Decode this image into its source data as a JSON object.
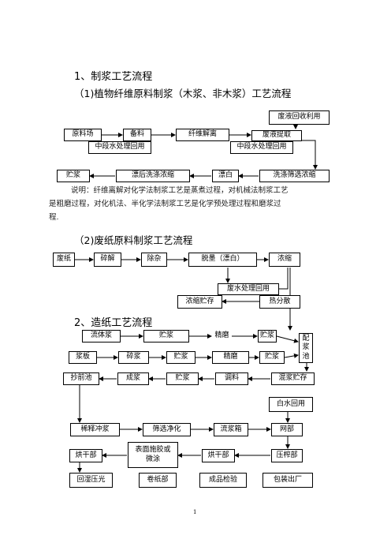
{
  "headings": {
    "h1": "1、制浆工艺流程",
    "h1a": "（1)植物纤维原料制浆（木浆、非木浆）工艺流程",
    "h1b": "（2)废纸原料制浆工艺流程",
    "h2": "2、造纸工艺流程"
  },
  "paragraph": [
    "说明：纤维离解对化学法制浆工艺是蒸煮过程，对机械法制浆工艺",
    "是粗磨过程，对化机法、半化学法制浆工艺是化学预处理过程和磨浆过",
    "程."
  ],
  "flow1": {
    "b1": "废液回收利用",
    "b2": "原料场",
    "b3": "备料",
    "b4": "纤维解离",
    "b5": "废液提取",
    "b6": "中段水处理回用",
    "b7": "中段水处理回用",
    "b8": "贮浆",
    "b9": "漂后洗涤浓缩",
    "b10": "漂白",
    "b11": "洗涤筛选浓缩"
  },
  "flow2": {
    "b1": "废纸",
    "b2": "碎解",
    "b3": "除杂",
    "b4": "脱墨（漂白）",
    "b5": "浓缩",
    "b6": "废水处理回用",
    "b7": "浓缩贮存",
    "b8": "热分散"
  },
  "flow3": {
    "b1": "流体浆",
    "b2": "贮浆",
    "b3": "精磨",
    "b4": "贮浆",
    "b5": "配浆池",
    "b6": "浆板",
    "b7": "碎浆",
    "b8": "贮浆",
    "b9": "精磨",
    "b10": "贮浆",
    "b11": "抄前池",
    "b12": "成浆",
    "b13": "贮浆",
    "b14": "调料",
    "b15": "混浆贮存",
    "b16": "白水回用",
    "b17": "稀释冲浆",
    "b18": "筛选净化",
    "b19": "流浆箱",
    "b20": "网部",
    "b21": "烘干部",
    "b22": "表面施胶或微涂",
    "b23": "烘干部",
    "b24": "压榨部",
    "b25": "回湿压光",
    "b26": "卷纸部",
    "b27": "成品检验",
    "b28": "包装出厂"
  },
  "page_number": "1"
}
